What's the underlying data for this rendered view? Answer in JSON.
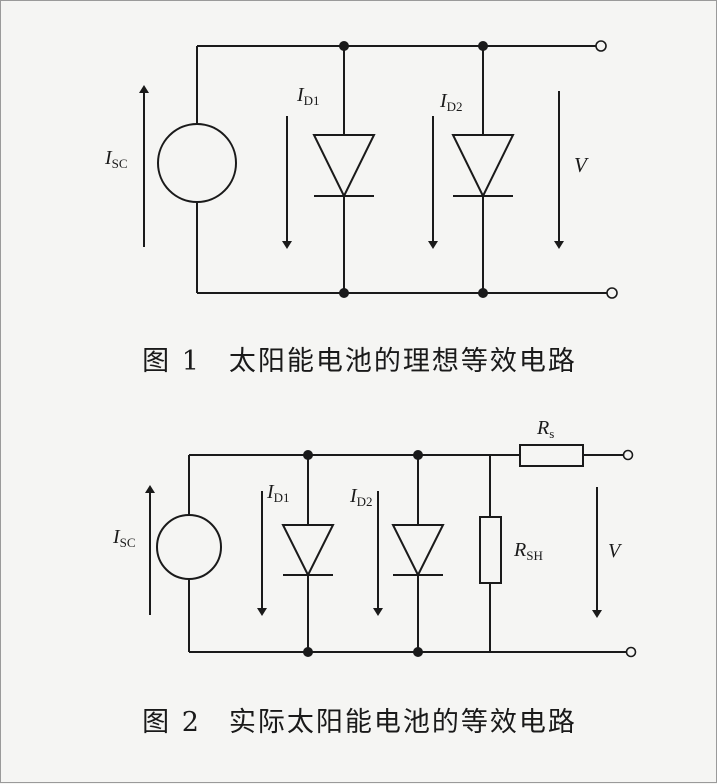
{
  "figure1": {
    "caption_num": "图 1",
    "caption_text": "太阳能电池的理想等效电路",
    "labels": {
      "isc": "I",
      "isc_sub": "SC",
      "id1": "I",
      "id1_sub": "D1",
      "id2": "I",
      "id2_sub": "D2",
      "v": "V"
    }
  },
  "figure2": {
    "caption_num": "图 2",
    "caption_text": "实际太阳能电池的等效电路",
    "labels": {
      "isc": "I",
      "isc_sub": "SC",
      "id1": "I",
      "id1_sub": "D1",
      "id2": "I",
      "id2_sub": "D2",
      "rs": "R",
      "rs_sub": "s",
      "rsh": "R",
      "rsh_sub": "SH",
      "v": "V"
    }
  }
}
